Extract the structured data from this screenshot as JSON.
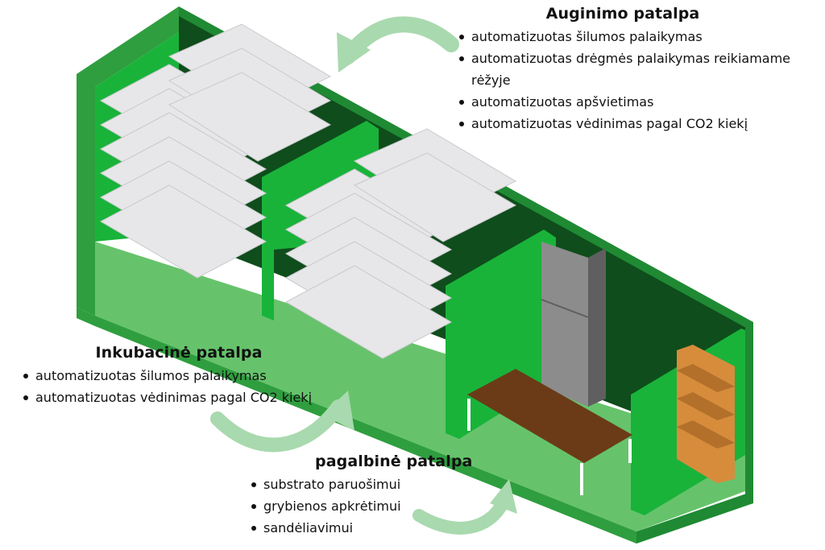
{
  "colors": {
    "accent": "#2f9e3f",
    "interior_wall": "#19b33a",
    "back_wall_dark": "#0f4d1c",
    "floor": "#66c36b",
    "arrow": "#a9d9ae",
    "shelf": "#e7e7e9",
    "table_top": "#6b3b17",
    "wood_shelf": "#d78c3c",
    "fridge": "#8c8c8c"
  },
  "callouts": {
    "growing_room": {
      "title": "Auginimo patalpa",
      "items": [
        "automatizuotas šilumos palaikymas",
        "automatizuotas drėgmės palaikymas reikiamame rėžyje",
        "automatizuotas apšvietimas",
        "automatizuotas vėdinimas pagal CO2 kiekį"
      ]
    },
    "incubation_room": {
      "title": "Inkubacinė patalpa",
      "items": [
        "automatizuotas šilumos palaikymas",
        "automatizuotas vėdinimas pagal CO2 kiekį"
      ]
    },
    "utility_room": {
      "title": "pagalbinė patalpa",
      "items": [
        "substrato paruošimui",
        "grybienos apkrėtimui",
        "sandėliavimui"
      ]
    }
  }
}
